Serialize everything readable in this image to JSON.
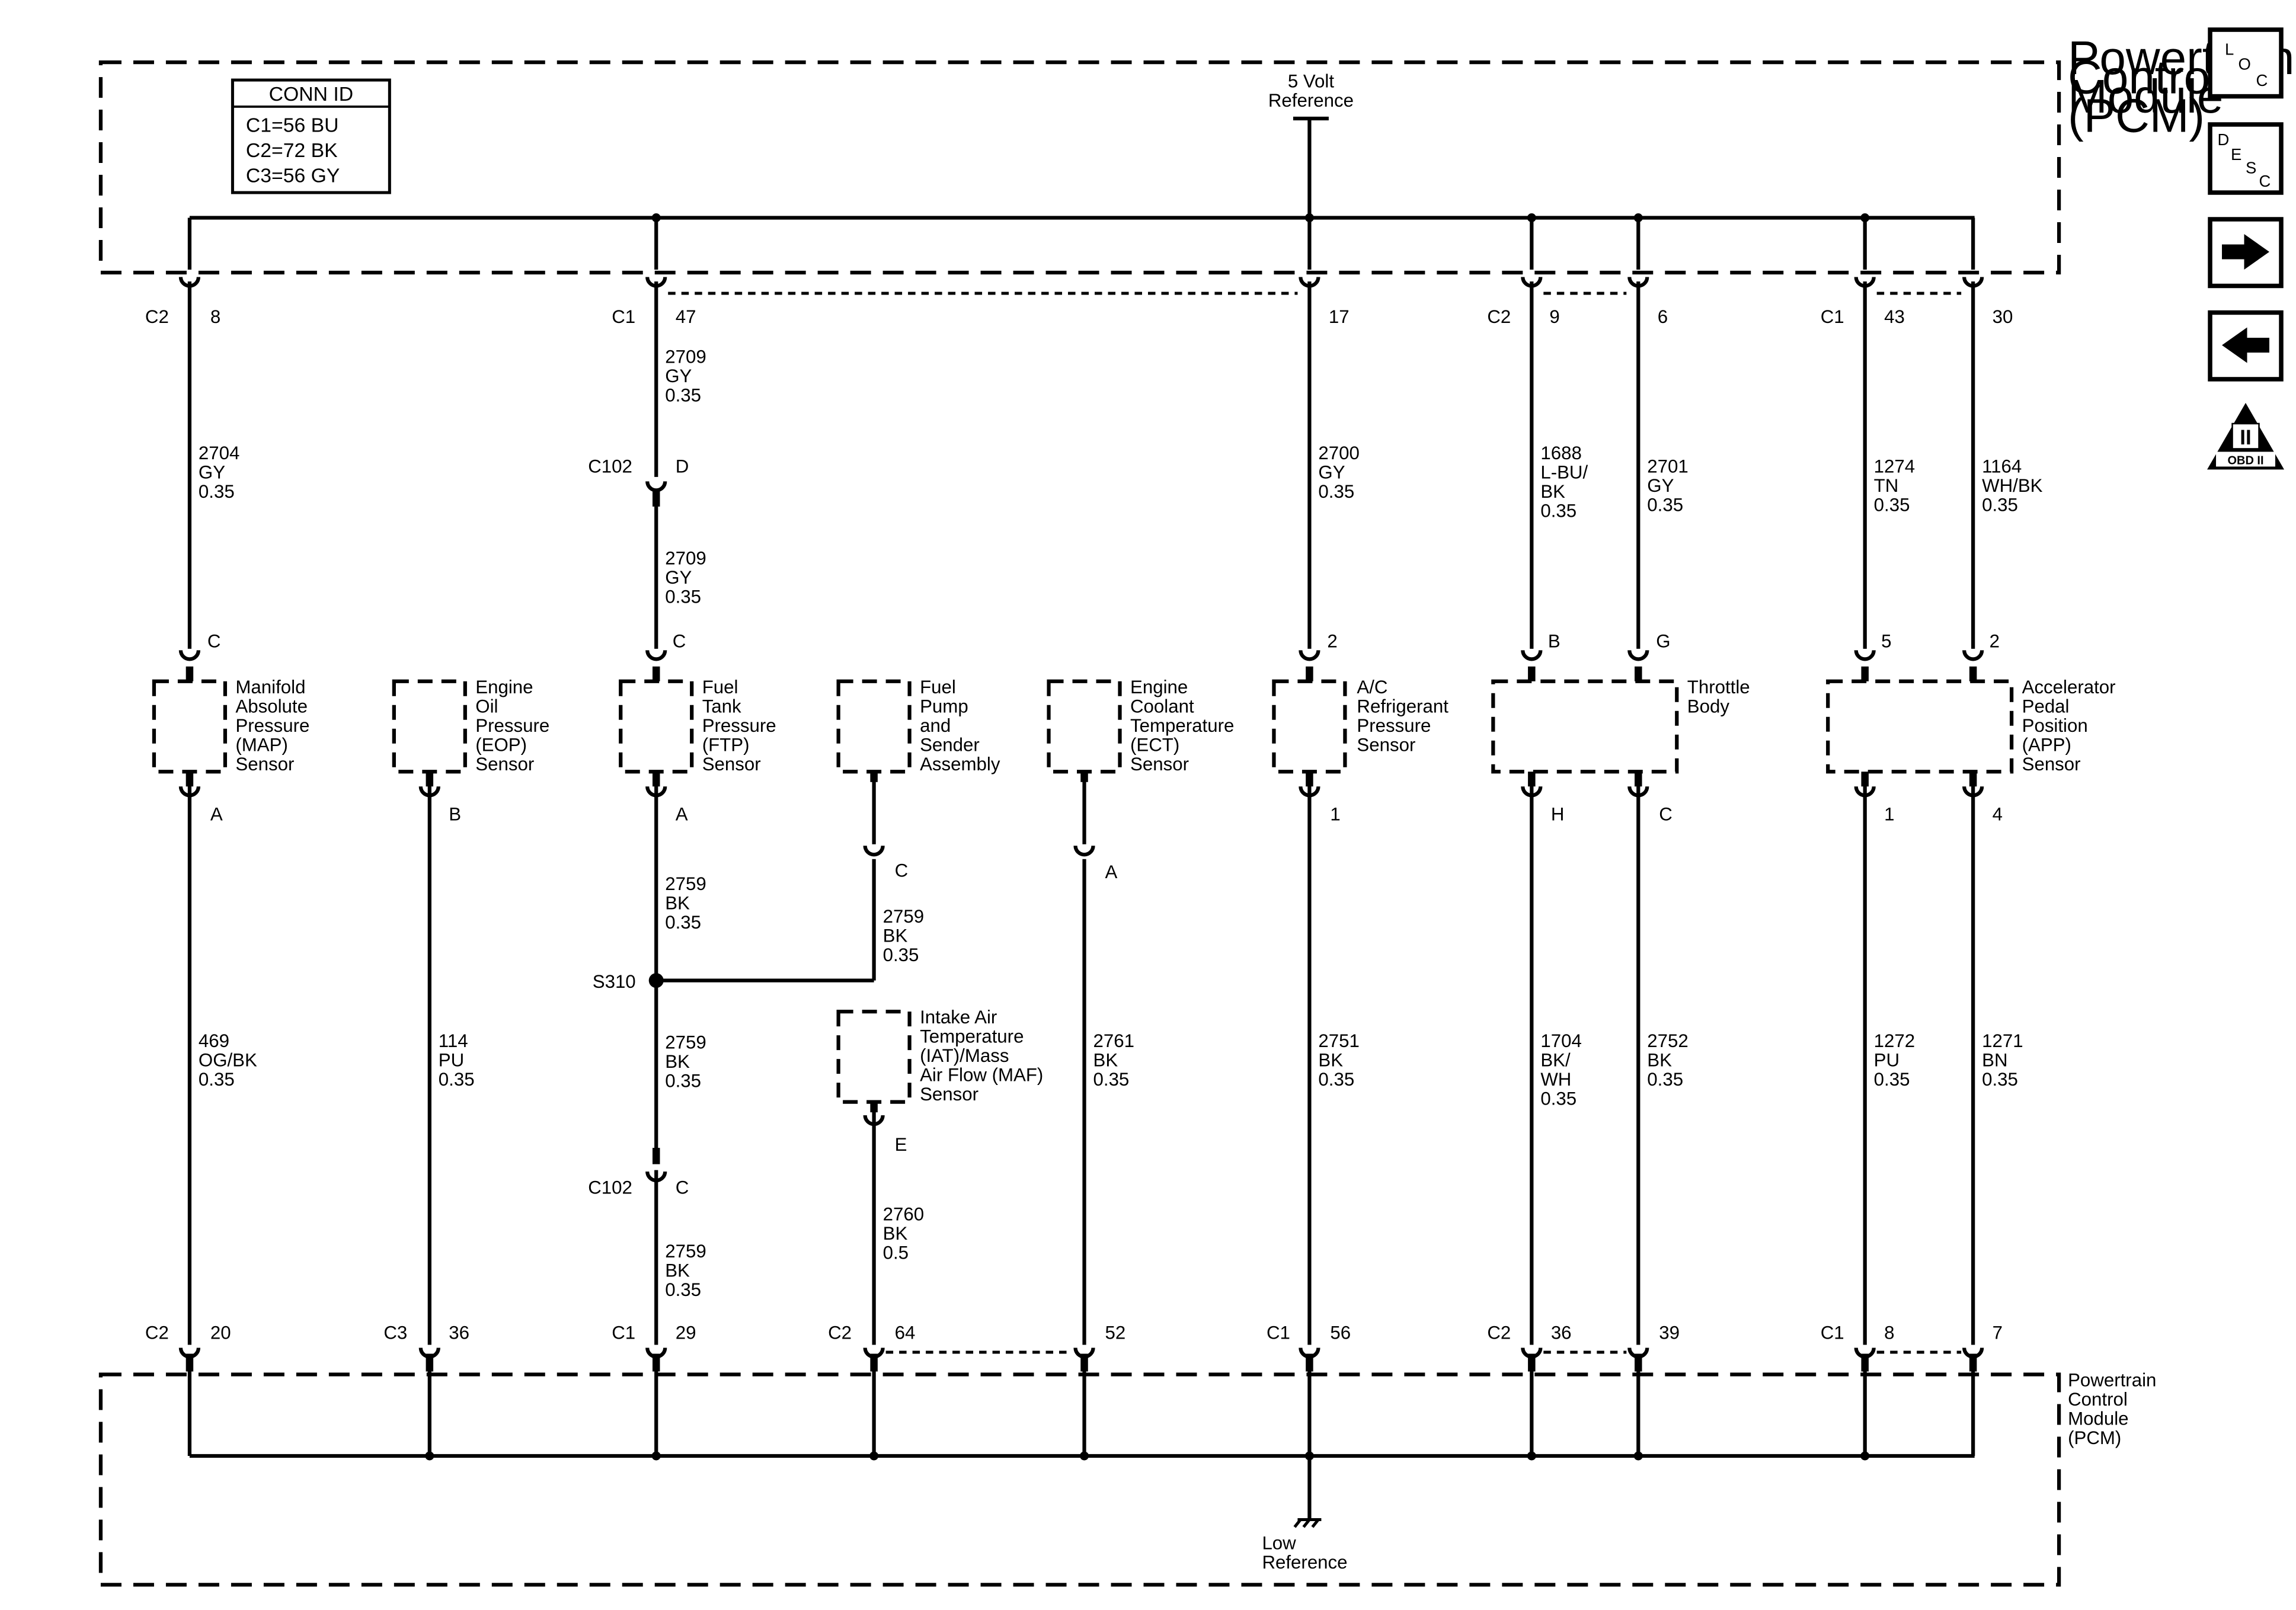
{
  "conn_id": {
    "title": "CONN ID",
    "lines": [
      "C1=56 BU",
      "C2=72 BK",
      "C3=56 GY"
    ]
  },
  "top": {
    "five_volt": [
      "5 Volt",
      "Reference"
    ],
    "pcm_label": [
      "Powertrain",
      "Control",
      "Module",
      "(PCM)"
    ]
  },
  "bottom": {
    "low_ref": [
      "Low",
      "Reference"
    ],
    "pcm_label": [
      "Powertrain",
      "Control",
      "Module",
      "(PCM)"
    ]
  },
  "nav": {
    "loc": [
      "L",
      "O",
      "C"
    ],
    "desc": [
      "D",
      "E",
      "S",
      "C"
    ],
    "obd_roman": "II",
    "obd_label": "OBD II"
  },
  "top_pins": {
    "map": {
      "conn": "C2",
      "pin": "8"
    },
    "ftp": {
      "conn": "C1",
      "pin": "47"
    },
    "ac": {
      "pin": "17"
    },
    "tb1": {
      "conn": "C2",
      "pin": "9"
    },
    "tb2": {
      "pin": "6"
    },
    "app1": {
      "conn": "C1",
      "pin": "43"
    },
    "app2": {
      "pin": "30"
    }
  },
  "bottom_pins": {
    "map": {
      "conn": "C2",
      "pin": "20"
    },
    "eop": {
      "conn": "C3",
      "pin": "36"
    },
    "ftp": {
      "conn": "C1",
      "pin": "29"
    },
    "iat": {
      "conn": "C2",
      "pin": "64"
    },
    "ect": {
      "pin": "52"
    },
    "ac": {
      "conn": "C1",
      "pin": "56"
    },
    "tb1": {
      "conn": "C2",
      "pin": "36"
    },
    "tb2": {
      "pin": "39"
    },
    "app1": {
      "conn": "C1",
      "pin": "8"
    },
    "app2": {
      "pin": "7"
    }
  },
  "components": {
    "map": {
      "name": [
        "Manifold",
        "Absolute",
        "Pressure",
        "(MAP)",
        "Sensor"
      ],
      "pin_top": "C",
      "pin_bot": "A"
    },
    "eop": {
      "name": [
        "Engine",
        "Oil",
        "Pressure",
        "(EOP)",
        "Sensor"
      ],
      "pin_bot": "B"
    },
    "ftp": {
      "name": [
        "Fuel",
        "Tank",
        "Pressure",
        "(FTP)",
        "Sensor"
      ],
      "pin_top": "C",
      "pin_bot": "A"
    },
    "fuel_pump": {
      "name": [
        "Fuel",
        "Pump",
        "and",
        "Sender",
        "Assembly"
      ],
      "pin_bot": "C"
    },
    "ect": {
      "name": [
        "Engine",
        "Coolant",
        "Temperature",
        "(ECT)",
        "Sensor"
      ],
      "pin_bot": "A"
    },
    "ac": {
      "name": [
        "A/C",
        "Refrigerant",
        "Pressure",
        "Sensor"
      ],
      "pin_top": "2",
      "pin_bot": "1"
    },
    "tb": {
      "name": [
        "Throttle",
        "Body"
      ],
      "pin_top1": "B",
      "pin_top2": "G",
      "pin_bot1": "H",
      "pin_bot2": "C"
    },
    "app": {
      "name": [
        "Accelerator",
        "Pedal",
        "Position",
        "(APP)",
        "Sensor"
      ],
      "pin_top1": "5",
      "pin_top2": "2",
      "pin_bot1": "1",
      "pin_bot2": "4"
    },
    "iat": {
      "name": [
        "Intake Air",
        "Temperature",
        "(IAT)/Mass",
        "Air Flow (MAF)",
        "Sensor"
      ],
      "pin_bot": "E"
    }
  },
  "c102": {
    "top": {
      "conn": "C102",
      "pin": "D"
    },
    "bottom": {
      "conn": "C102",
      "pin": "C"
    }
  },
  "splice": "S310",
  "wires": {
    "map_top": [
      "2704",
      "GY",
      "0.35"
    ],
    "map_bot": [
      "469",
      "OG/BK",
      "0.35"
    ],
    "eop_bot": [
      "114",
      "PU",
      "0.35"
    ],
    "ftp_top1": [
      "2709",
      "GY",
      "0.35"
    ],
    "ftp_top2": [
      "2709",
      "GY",
      "0.35"
    ],
    "ftp_bot1": [
      "2759",
      "BK",
      "0.35"
    ],
    "fp_bot": [
      "2759",
      "BK",
      "0.35"
    ],
    "ftp_bot2": [
      "2759",
      "BK",
      "0.35"
    ],
    "ftp_bot3": [
      "2759",
      "BK",
      "0.35"
    ],
    "iat_bot": [
      "2760",
      "BK",
      "0.5"
    ],
    "ect_bot": [
      "2761",
      "BK",
      "0.35"
    ],
    "ac_top": [
      "2700",
      "GY",
      "0.35"
    ],
    "ac_bot": [
      "2751",
      "BK",
      "0.35"
    ],
    "tb_top1": [
      "1688",
      "L-BU/",
      "BK",
      "0.35"
    ],
    "tb_top2": [
      "2701",
      "GY",
      "0.35"
    ],
    "tb_bot1": [
      "1704",
      "BK/",
      "WH",
      "0.35"
    ],
    "tb_bot2": [
      "2752",
      "BK",
      "0.35"
    ],
    "app_top1": [
      "1274",
      "TN",
      "0.35"
    ],
    "app_top2": [
      "1164",
      "WH/BK",
      "0.35"
    ],
    "app_bot1": [
      "1272",
      "PU",
      "0.35"
    ],
    "app_bot2": [
      "1271",
      "BN",
      "0.35"
    ]
  }
}
